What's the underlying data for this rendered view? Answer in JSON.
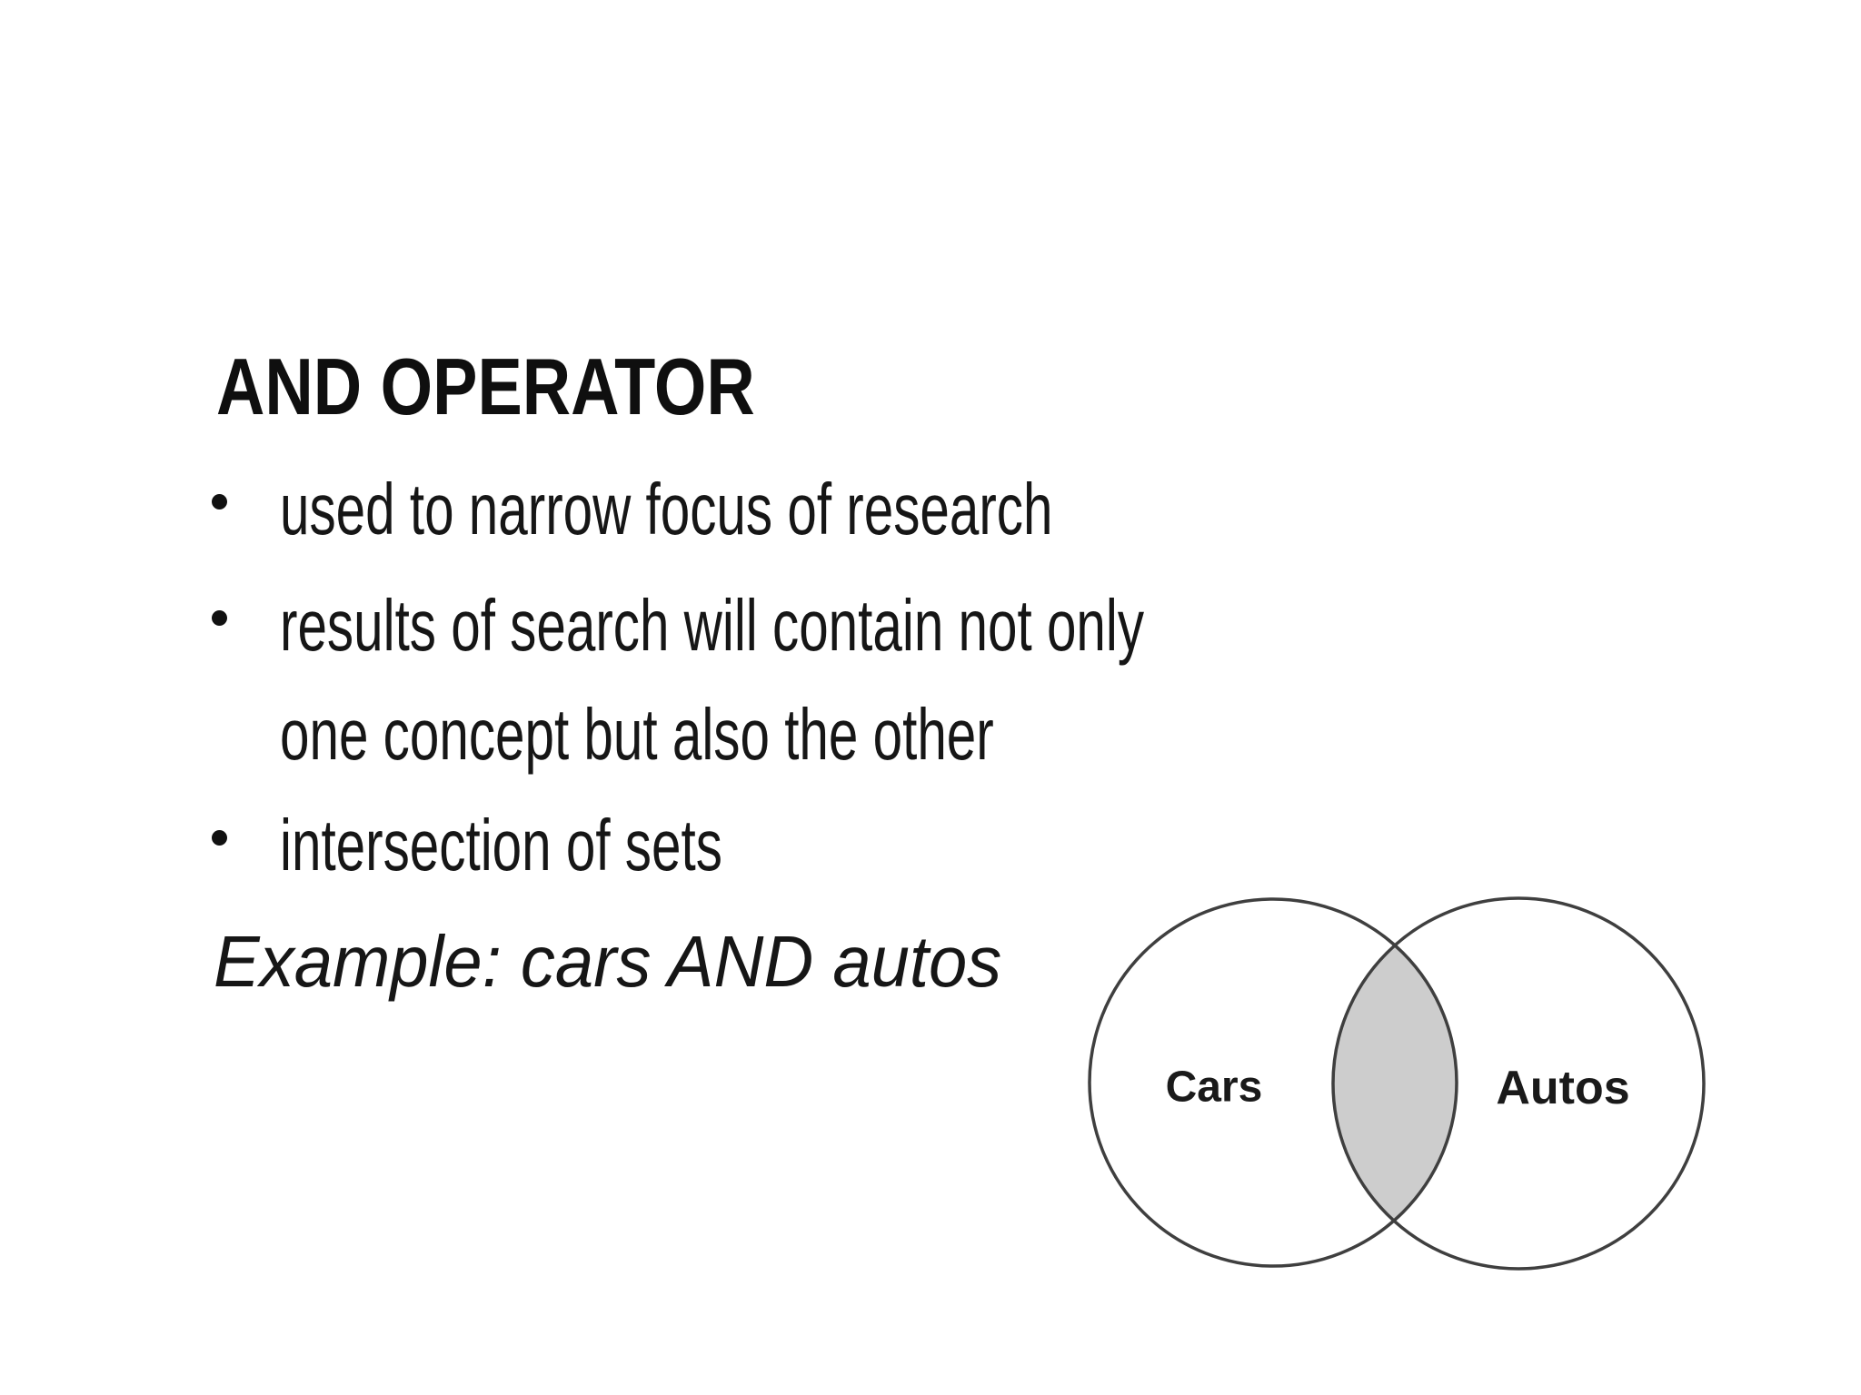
{
  "slide": {
    "title": "AND OPERATOR",
    "bullets": [
      {
        "lines": [
          "used to narrow focus of research"
        ]
      },
      {
        "lines": [
          "results of search will contain not only",
          "one concept but also the other"
        ]
      },
      {
        "lines": [
          "intersection of sets"
        ]
      }
    ],
    "example": "Example: cars AND autos"
  },
  "venn": {
    "left_label": "Cars",
    "right_label": "Autos",
    "intersection_color": "#cdcdcd",
    "stroke_color": "#3f3f3f"
  }
}
